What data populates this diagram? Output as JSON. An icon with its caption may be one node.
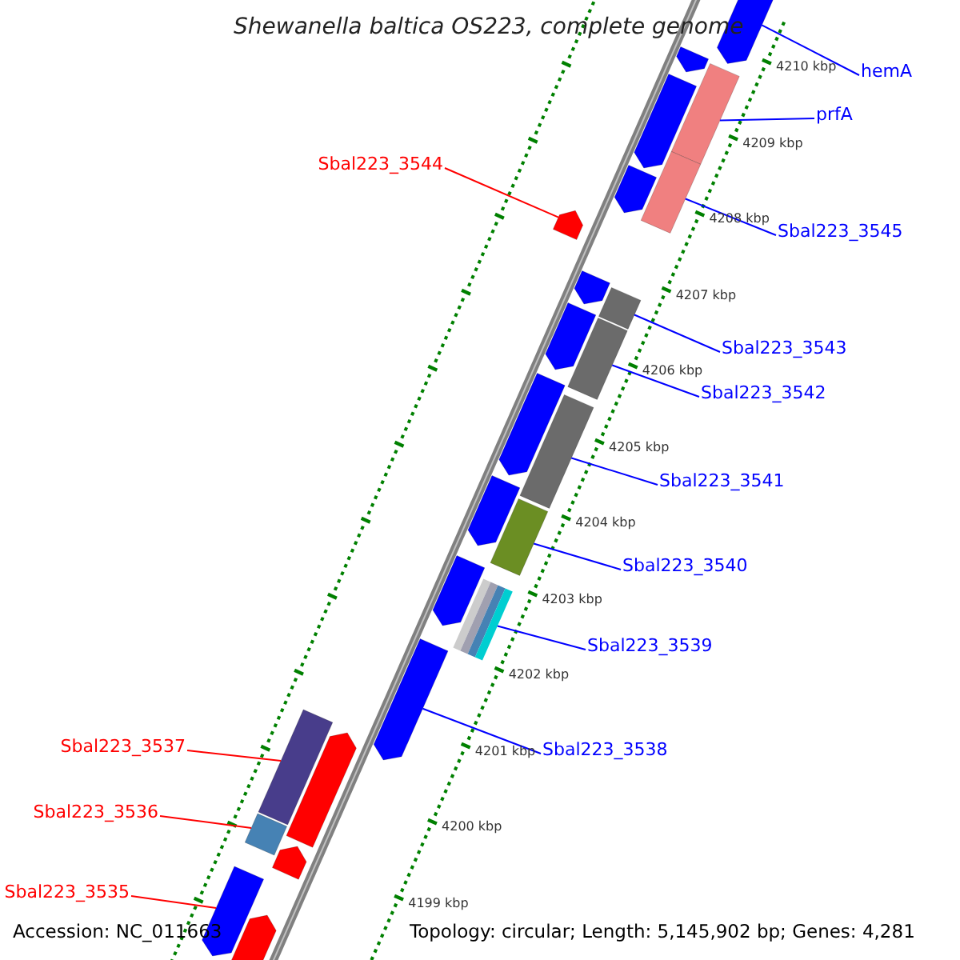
{
  "diagram": {
    "title": "Shewanella baltica OS223, complete genome",
    "nodes": [
      {
        "text": [
          "hemA"
        ]
      },
      {
        "text": [
          "prfA"
        ]
      },
      {
        "text": [
          "Sbal223_3544"
        ]
      },
      {
        "text": [
          "Sbal223_3545"
        ]
      },
      {
        "text": [
          "Sbal223_3543"
        ]
      },
      {
        "text": [
          "Sbal223_3542"
        ]
      },
      {
        "text": [
          "Sbal223_3541"
        ]
      },
      {
        "text": [
          "Sbal223_3540"
        ]
      },
      {
        "text": [
          "Sbal223_3539"
        ]
      },
      {
        "text": [
          "Sbal223_3538"
        ]
      },
      {
        "text": [
          "Sbal223_3537"
        ]
      },
      {
        "text": [
          "Sbal223_3536"
        ]
      },
      {
        "text": [
          "Sbal223_3535"
        ]
      },
      {
        "text": [],
        "shape": "bar"
      },
      {
        "text": [],
        "shape": "bar"
      },
      {
        "text": [],
        "shape": "bar"
      },
      {
        "text": [],
        "shape": "bar"
      },
      {
        "text": [],
        "shape": "bar"
      },
      {
        "text": [],
        "shape": "bar"
      },
      {
        "text": [],
        "shape": "bar"
      },
      {
        "text": [],
        "shape": "bar"
      },
      {
        "text": [],
        "shape": "bar"
      },
      {
        "text": [],
        "shape": "bar"
      },
      {
        "text": [],
        "shape": "bar"
      },
      {
        "text": [],
        "shape": "bar"
      },
      {
        "text": [],
        "shape": "bar"
      },
      {
        "text": [],
        "shape": "bar"
      },
      {
        "text": [],
        "shape": "bar"
      },
      {
        "text": [],
        "shape": "bar"
      },
      {
        "text": [],
        "shape": "bar"
      },
      {
        "text": [],
        "shape": "bar"
      },
      {
        "text": [],
        "shape": "bar"
      },
      {
        "text": [],
        "shape": "bar"
      },
      {
        "text": [],
        "shape": "bar"
      },
      {
        "text": [],
        "shape": "bar"
      },
      {
        "text": [],
        "shape": "bar"
      },
      {
        "text": [],
        "shape": "bar"
      }
    ],
    "edges": [
      {
        "from": 0,
        "to": 13,
        "arrow": "none"
      },
      {
        "from": 1,
        "to": 14,
        "arrow": "none"
      },
      {
        "from": 2,
        "to": 15,
        "arrow": "none",
        "color": "#ff0000"
      },
      {
        "from": 3,
        "to": 16,
        "arrow": "none"
      },
      {
        "from": 4,
        "to": 17,
        "arrow": "none"
      },
      {
        "from": 5,
        "to": 18,
        "arrow": "none"
      },
      {
        "from": 6,
        "to": 19,
        "arrow": "none"
      },
      {
        "from": 7,
        "to": 20,
        "arrow": "none"
      },
      {
        "from": 8,
        "to": 21,
        "arrow": "none"
      },
      {
        "from": 9,
        "to": 22,
        "arrow": "none"
      },
      {
        "from": 10,
        "to": 23,
        "arrow": "none",
        "color": "#ff0000"
      },
      {
        "from": 11,
        "to": 24,
        "arrow": "none",
        "color": "#ff0000"
      },
      {
        "from": 12,
        "to": 25,
        "arrow": "none",
        "color": "#ff0000"
      }
    ],
    "labels": [
      "4210 kbp",
      "4209 kbp",
      "4208 kbp",
      "4207 kbp",
      "4206 kbp",
      "4205 kbp",
      "4204 kbp",
      "4203 kbp",
      "4202 kbp",
      "4201 kbp",
      "4200 kbp",
      "4199 kbp",
      "Accession: NC_011663",
      "Topology: circular; Length: 5,145,902 bp; Genes: 4,281"
    ]
  }
}
